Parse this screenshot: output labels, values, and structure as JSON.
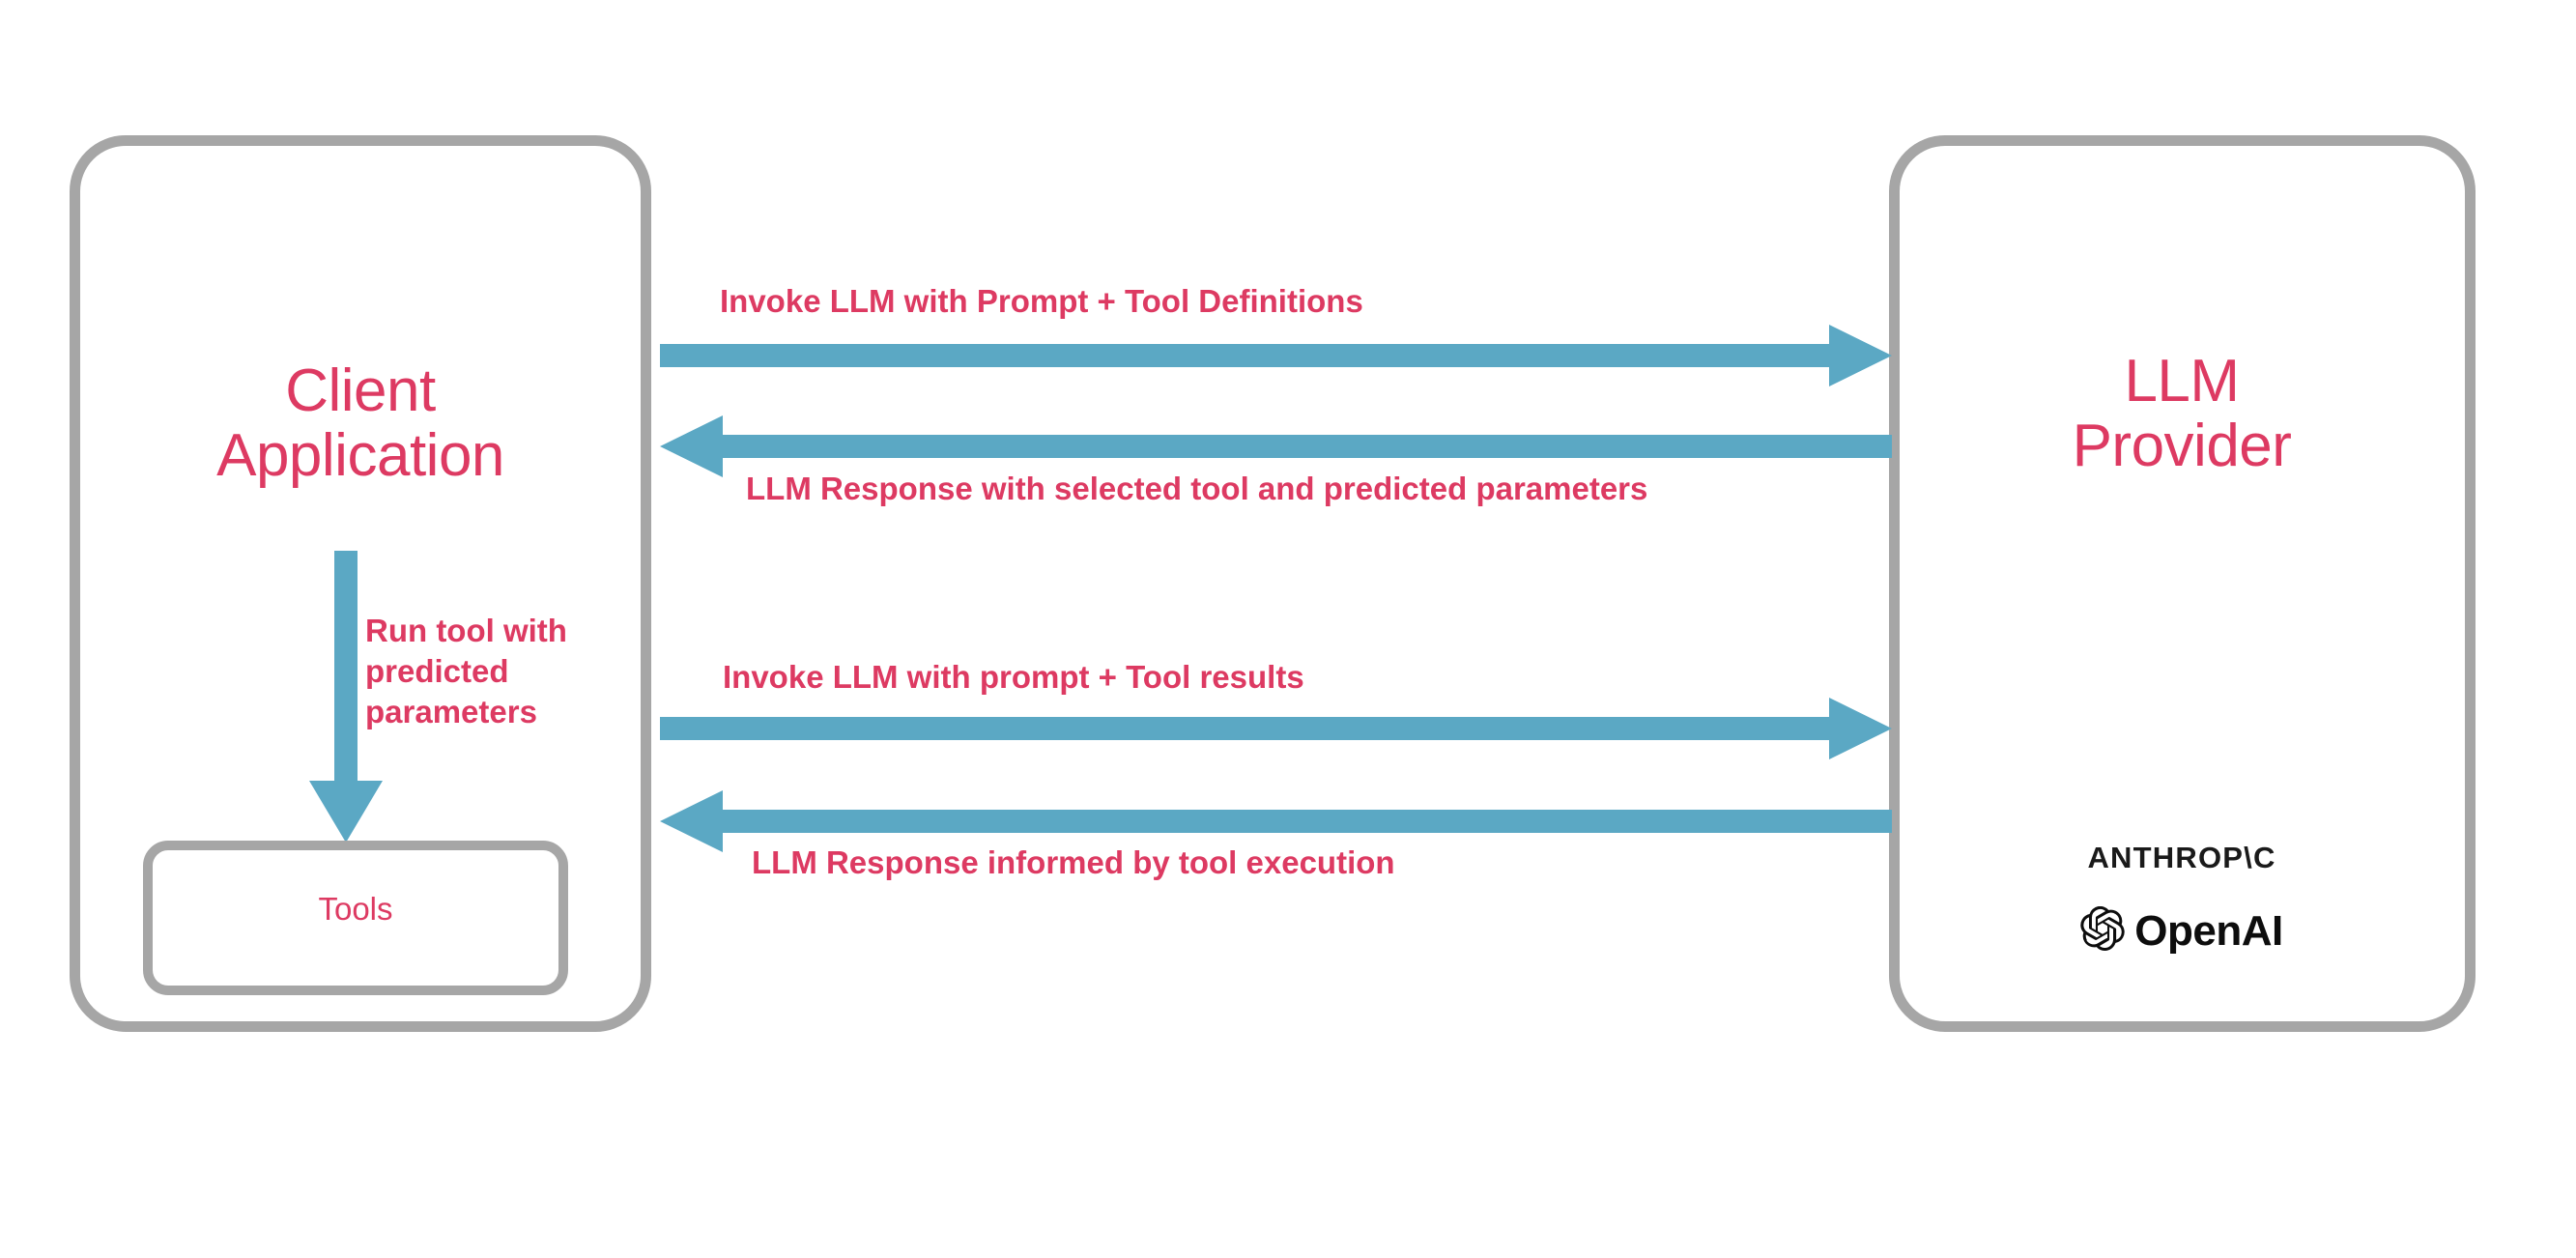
{
  "diagram": {
    "title": "LLM tool-calling sequence between client application and LLM provider",
    "colors": {
      "accent_text": "#dd3a62",
      "arrow": "#5ba8c4",
      "box_border": "#a6a6a6",
      "logo_text": "#1a1a1a",
      "background": "#ffffff"
    }
  },
  "nodes": {
    "client": {
      "label": "Client\nApplication",
      "child": {
        "label": "Tools"
      }
    },
    "provider": {
      "label": "LLM\nProvider",
      "vendors": [
        {
          "name": "anthropic",
          "label": "ANTHROP\\C"
        },
        {
          "name": "openai",
          "label": "OpenAI",
          "icon": "openai-flower-icon"
        }
      ]
    }
  },
  "internal_flow": {
    "label": "Run tool with\npredicted\nparameters",
    "direction": "down",
    "from": "client-application",
    "to": "tools"
  },
  "messages": [
    {
      "id": "msg-1",
      "label": "Invoke LLM with Prompt + Tool Definitions",
      "direction": "right",
      "from": "client",
      "to": "provider"
    },
    {
      "id": "msg-2",
      "label": "LLM Response with selected tool and predicted parameters",
      "direction": "left",
      "from": "provider",
      "to": "client"
    },
    {
      "id": "msg-3",
      "label": "Invoke LLM with prompt + Tool results",
      "direction": "right",
      "from": "client",
      "to": "provider"
    },
    {
      "id": "msg-4",
      "label": "LLM Response informed by tool execution",
      "direction": "left",
      "from": "provider",
      "to": "client"
    }
  ]
}
